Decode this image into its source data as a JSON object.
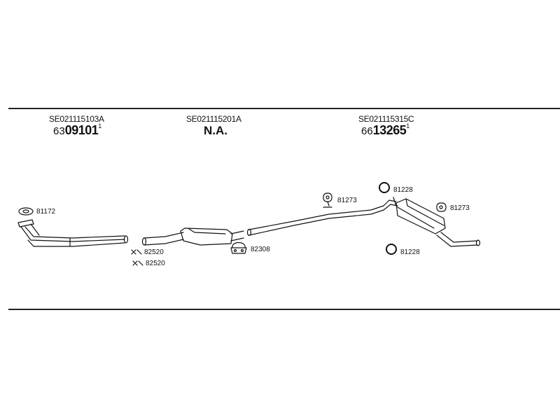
{
  "groups": [
    {
      "code": "SE021115103A",
      "prefix": "63",
      "bold": "09101",
      "suffix": "1"
    },
    {
      "code": "SE021115201A",
      "na": "N.A."
    },
    {
      "code": "SE021115315C",
      "prefix": "66",
      "bold": "13265",
      "suffix": "1"
    }
  ],
  "part_labels": {
    "gasket_front": "81172",
    "clamp_a": "82520",
    "clamp_b": "82520",
    "clamp_c": "82308",
    "hanger_a": "81273",
    "ring_top": "81228",
    "hanger_b": "81273",
    "ring_bottom": "81228"
  }
}
